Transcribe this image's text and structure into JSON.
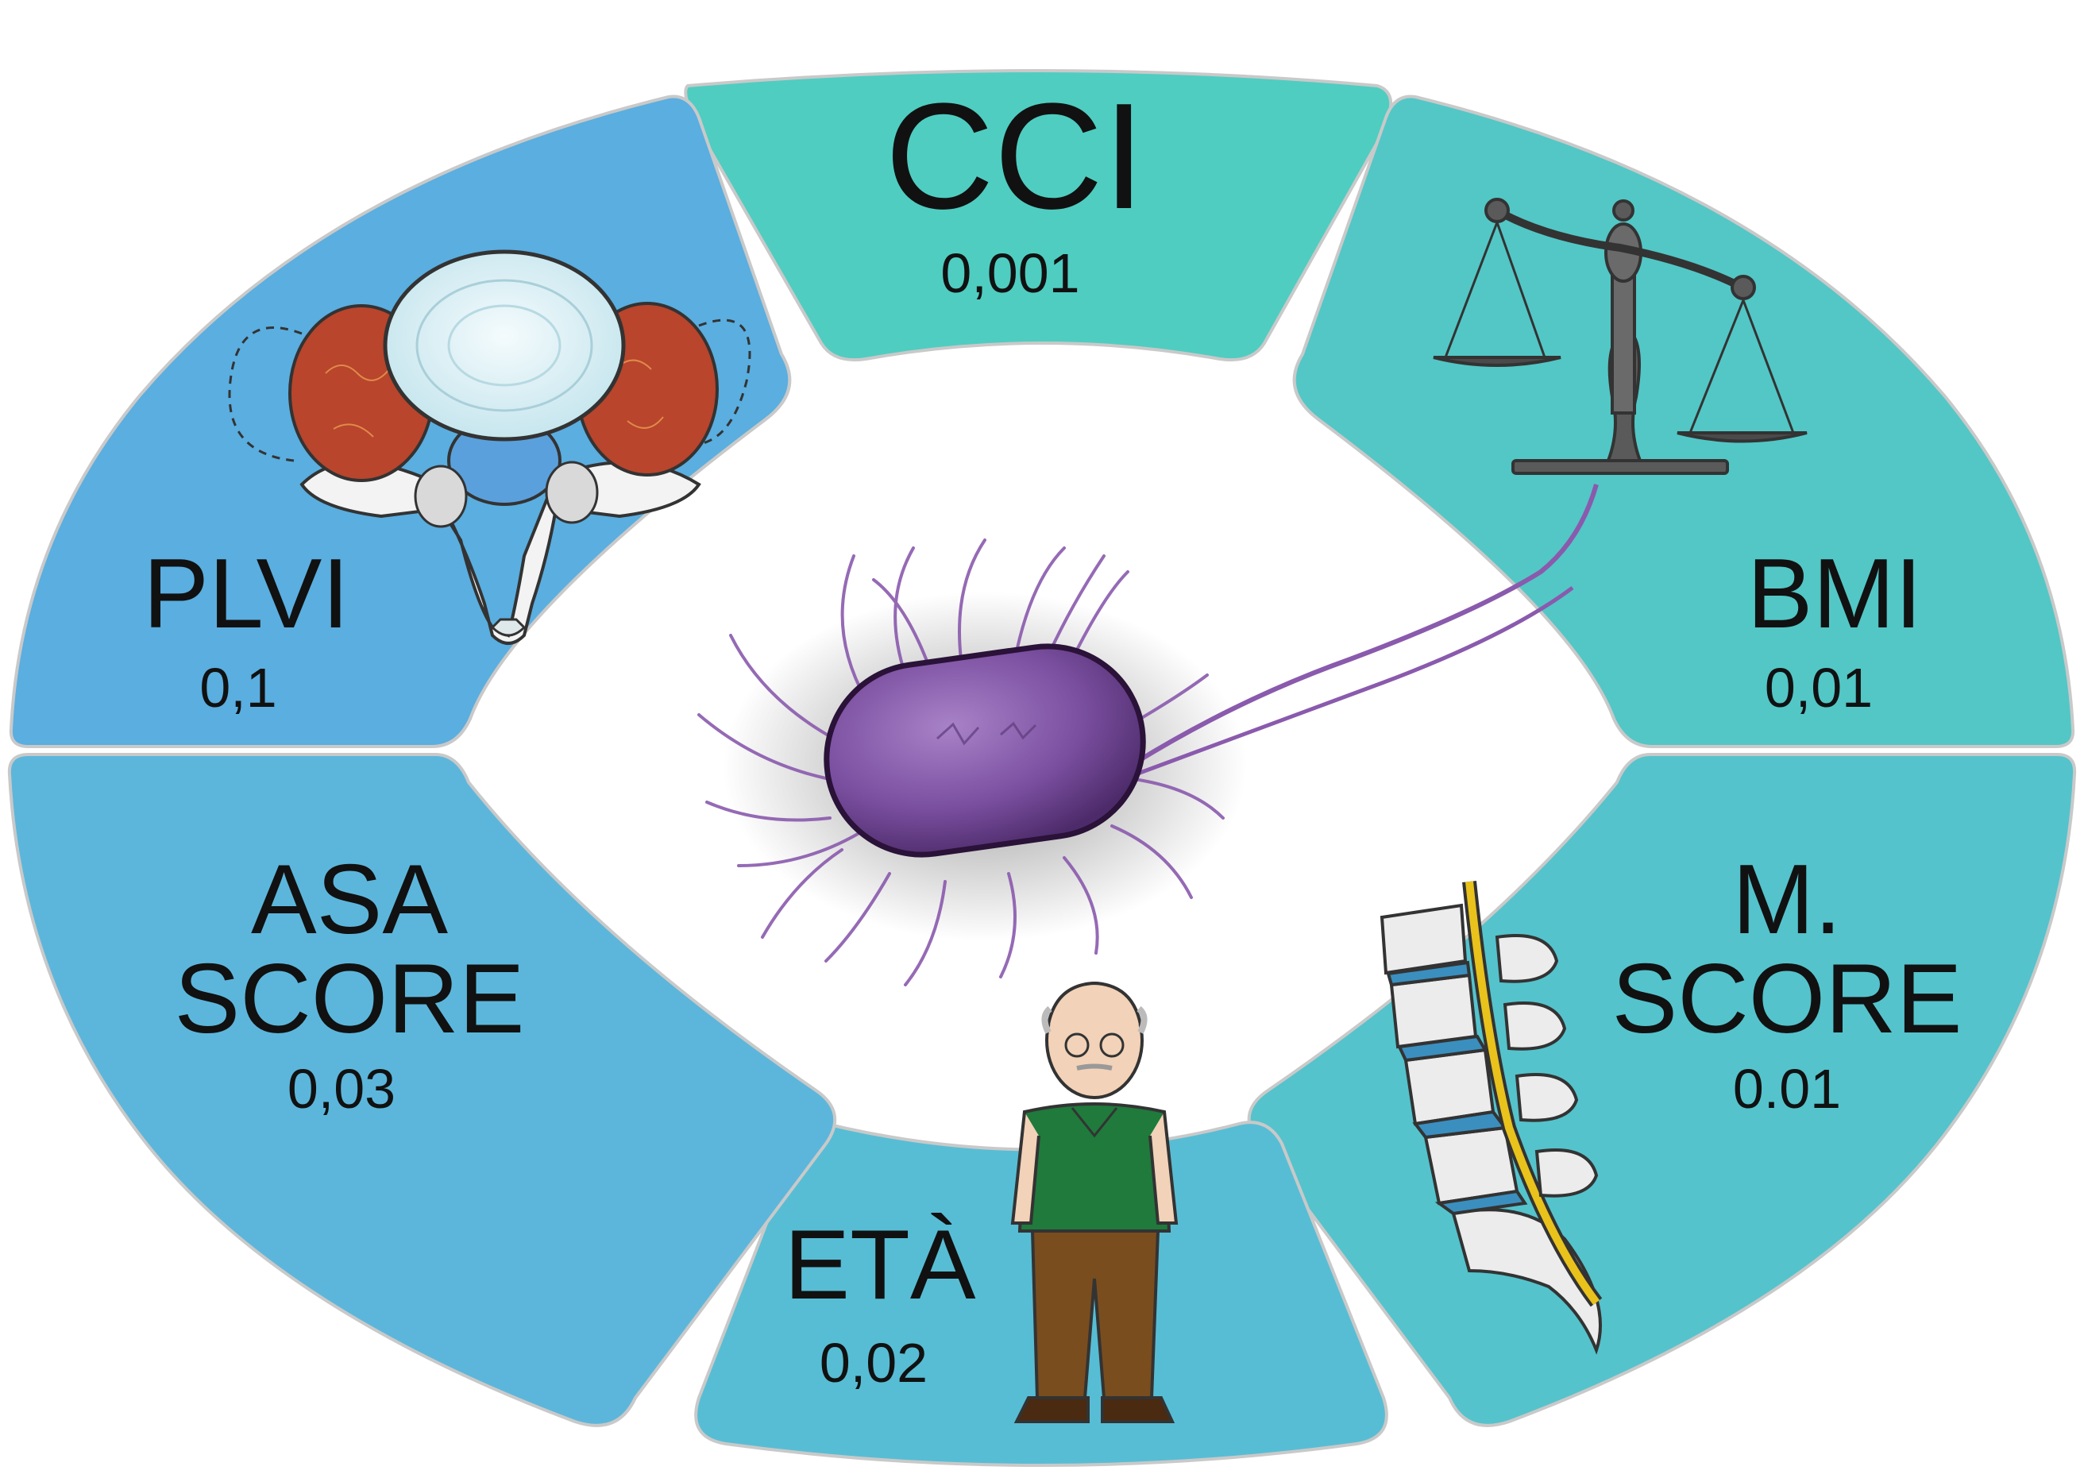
{
  "segments": [
    {
      "id": "cci",
      "label": "CCI",
      "value": "0,001",
      "color": "#4fcdc1"
    },
    {
      "id": "bmi",
      "label": "BMI",
      "value": "0,01",
      "color": "#52c7c6"
    },
    {
      "id": "mscore",
      "label_line1": "M.",
      "label_line2": "SCORE",
      "value": "0.01",
      "color": "#54c3cc"
    },
    {
      "id": "eta",
      "label": "ETÀ",
      "value": "0,02",
      "color": "#57bdd4"
    },
    {
      "id": "asa",
      "label_line1": "ASA",
      "label_line2": "SCORE",
      "value": "0,03",
      "color": "#5cb6db"
    },
    {
      "id": "plvi",
      "label": "PLVI",
      "value": "0,1",
      "color": "#5aaee0"
    }
  ],
  "icons": [
    "vertebra-icon",
    "balance-scale-icon",
    "spine-icon",
    "elderly-man-icon",
    "bacterium-icon"
  ]
}
